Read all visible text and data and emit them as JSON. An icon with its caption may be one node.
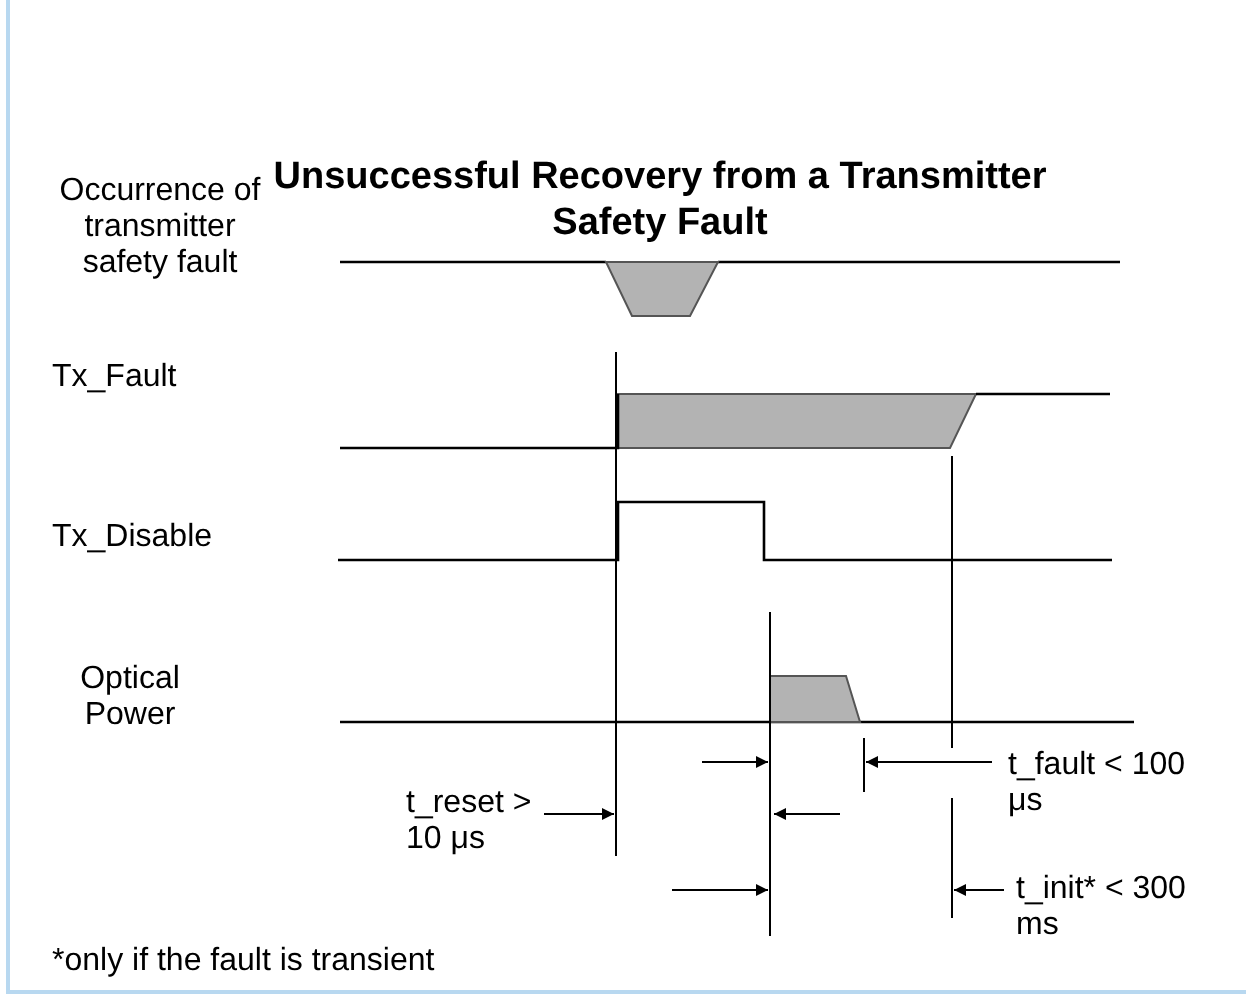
{
  "diagram": {
    "title": "Unsuccessful Recovery from a Transmitter Safety Fault",
    "labels": [
      "Occurrence of transmitter safety fault",
      "Tx_Fault",
      "Tx_Disable",
      "Optical Power",
      "t_fault < 100 μs",
      "t_reset > 10 μs",
      "t_init* < 300 ms",
      "*only if the fault is transient"
    ]
  }
}
